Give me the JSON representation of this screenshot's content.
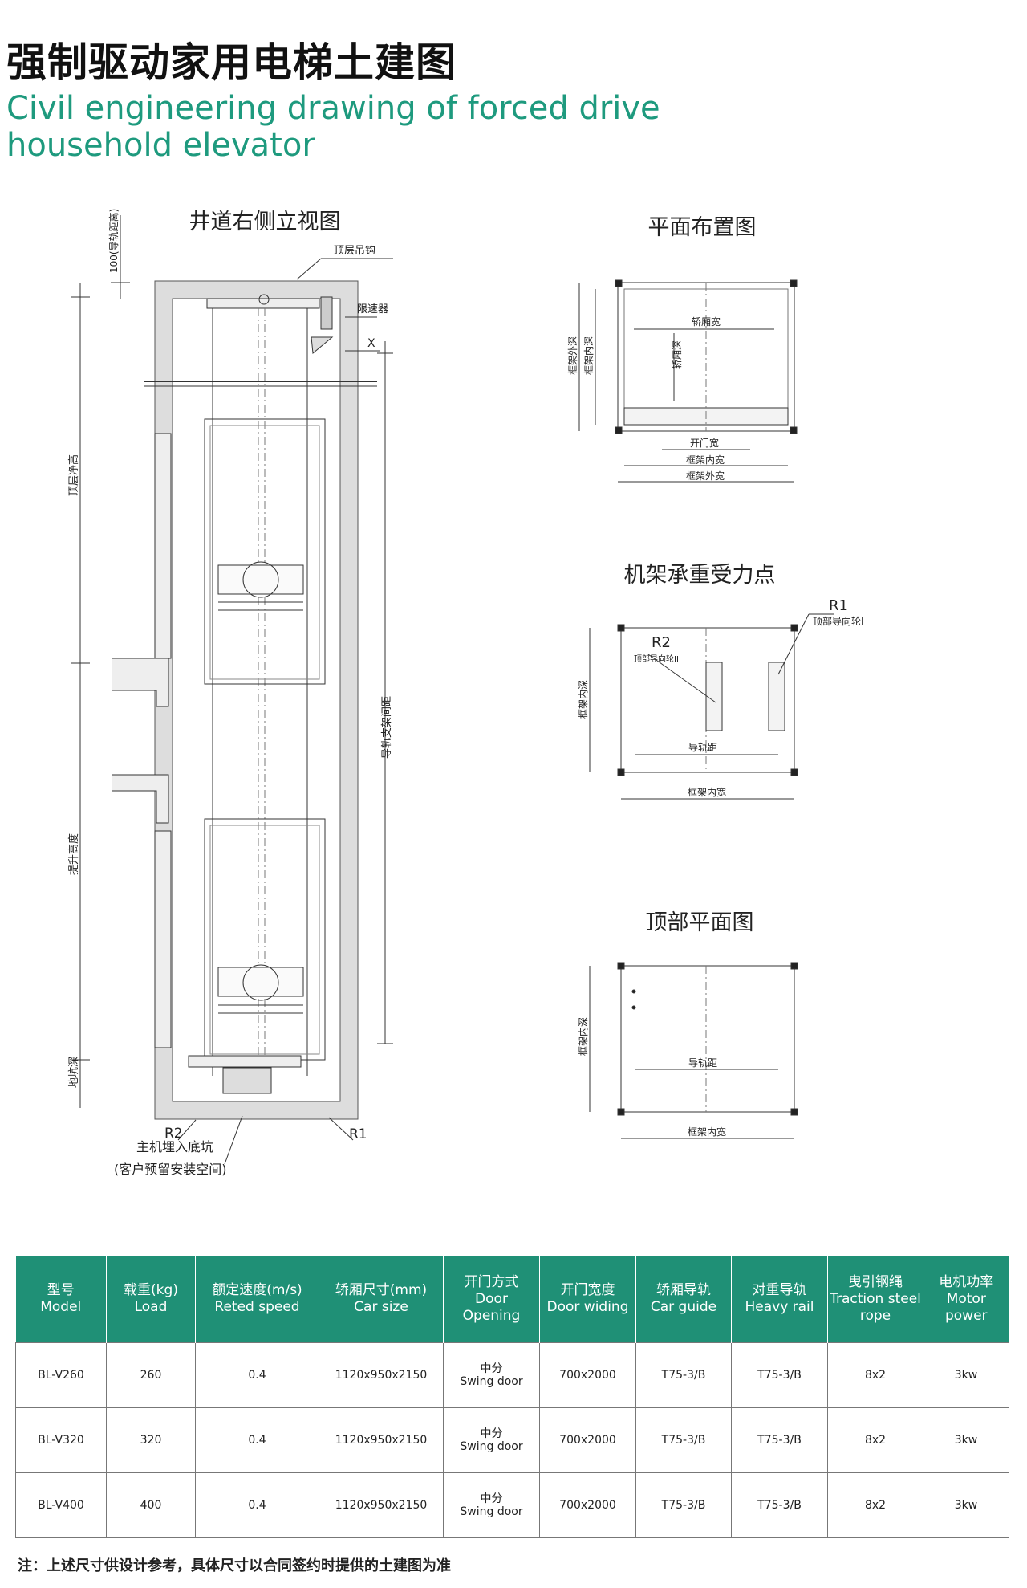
{
  "header": {
    "title_cn": "强制驱动家用电梯土建图",
    "title_en_line1": "Civil engineering drawing of forced drive",
    "title_en_line2": "household elevator"
  },
  "drawing_left": {
    "title": "井道右侧立视图",
    "labels": {
      "guide_rail_distance": "100(导轨距离)",
      "top_hook": "顶层吊钩",
      "speed_limiter": "限速器",
      "x": "X",
      "top_clearance": "顶层净高",
      "rail_bracket_spacing": "导轨支架间距",
      "lift_height": "提升高度",
      "pit_depth": "地坑深",
      "r2": "R2",
      "r1": "R1",
      "main_machine": "主机埋入底坑",
      "reserved_space": "(客户预留安装空间)"
    }
  },
  "drawing_plan": {
    "title": "平面布置图",
    "labels": {
      "car_width": "轿厢宽",
      "car_depth": "轿厢深",
      "frame_outer_depth": "框架外深",
      "frame_inner_depth": "框架内深",
      "door_width": "开门宽",
      "frame_inner_width": "框架内宽",
      "frame_outer_width": "框架外宽"
    }
  },
  "drawing_load": {
    "title": "机架承重受力点",
    "labels": {
      "r1": "R1",
      "r1_desc": "顶部导向轮I",
      "r2": "R2",
      "r2_desc": "顶部导向轮II",
      "frame_inner_depth": "框架内深",
      "rail_distance": "导轨距",
      "frame_inner_width": "框架内宽"
    }
  },
  "drawing_top": {
    "title": "顶部平面图",
    "labels": {
      "frame_inner_depth": "框架内深",
      "rail_distance": "导轨距",
      "frame_inner_width": "框架内宽"
    }
  },
  "table": {
    "headers": [
      {
        "cn": "型号",
        "en": "Model"
      },
      {
        "cn": "载重(kg)",
        "en": "Load"
      },
      {
        "cn": "额定速度(m/s)",
        "en": "Reted speed"
      },
      {
        "cn": "轿厢尺寸(mm)",
        "en": "Car size"
      },
      {
        "cn": "开门方式",
        "en": "Door Opening"
      },
      {
        "cn": "开门宽度",
        "en": "Door widing"
      },
      {
        "cn": "轿厢导轨",
        "en": "Car guide"
      },
      {
        "cn": "对重导轨",
        "en": "Heavy rail"
      },
      {
        "cn": "曳引钢绳",
        "en": "Traction steel rope"
      },
      {
        "cn": "电机功率",
        "en": "Motor power"
      }
    ],
    "rows": [
      {
        "model": "BL-V260",
        "load": "260",
        "speed": "0.4",
        "car_size": "1120x950x2150",
        "door_cn": "中分",
        "door_en": "Swing door",
        "door_width": "700x2000",
        "car_guide": "T75-3/B",
        "heavy_rail": "T75-3/B",
        "rope": "8x2",
        "power": "3kw"
      },
      {
        "model": "BL-V320",
        "load": "320",
        "speed": "0.4",
        "car_size": "1120x950x2150",
        "door_cn": "中分",
        "door_en": "Swing door",
        "door_width": "700x2000",
        "car_guide": "T75-3/B",
        "heavy_rail": "T75-3/B",
        "rope": "8x2",
        "power": "3kw"
      },
      {
        "model": "BL-V400",
        "load": "400",
        "speed": "0.4",
        "car_size": "1120x950x2150",
        "door_cn": "中分",
        "door_en": "Swing door",
        "door_width": "700x2000",
        "car_guide": "T75-3/B",
        "heavy_rail": "T75-3/B",
        "rope": "8x2",
        "power": "3kw"
      }
    ]
  },
  "note": "注：上述尺寸供设计参考，具体尺寸以合同签约时提供的土建图为准"
}
